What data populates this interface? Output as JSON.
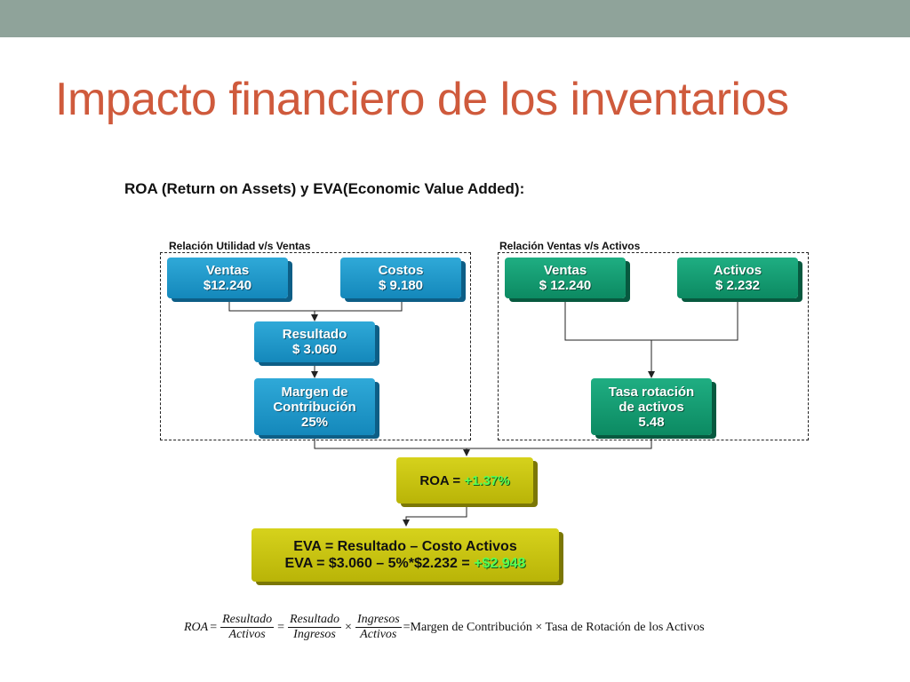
{
  "slide": {
    "title": "Impacto financiero de los inventarios",
    "subtitle": "ROA (Return on Assets) y EVA(Economic Value Added):"
  },
  "groups": {
    "left_label": "Relación Utilidad v/s Ventas",
    "right_label": "Relación Ventas v/s Activos"
  },
  "boxes": {
    "ventas_left": [
      "Ventas",
      "$12.240"
    ],
    "costos": [
      "Costos",
      "$ 9.180"
    ],
    "resultado": [
      "Resultado",
      "$ 3.060"
    ],
    "margen": [
      "Margen de",
      "Contribución",
      "25%"
    ],
    "ventas_right": [
      "Ventas",
      "$ 12.240"
    ],
    "activos": [
      "Activos",
      "$ 2.232"
    ],
    "tasa": [
      "Tasa rotación",
      "de activos",
      "5.48"
    ],
    "roa_label": "ROA =",
    "roa_value": "+1.37%",
    "eva_line1": "EVA = Resultado – Costo Activos",
    "eva_line2_prefix": "EVA = $3.060 – 5%*$2.232 =",
    "eva_value": "+$2.948"
  },
  "formula": {
    "lhs": "ROA",
    "eq": "=",
    "f1_num": "Resultado",
    "f1_den": "Activos",
    "f2_num": "Resultado",
    "f2_den": "Ingresos",
    "times": "×",
    "f3_num": "Ingresos",
    "f3_den": "Activos",
    "rhs": "=Margen de Contribución × Tasa de Rotación de los Activos"
  },
  "colors": {
    "title": "#cf5a3c",
    "topbar": "#8fa39a",
    "blue_box": "#1a94c6",
    "green_box": "#0f9a6e",
    "yellow_box": "#c8c312",
    "highlight": "#55ff55"
  }
}
